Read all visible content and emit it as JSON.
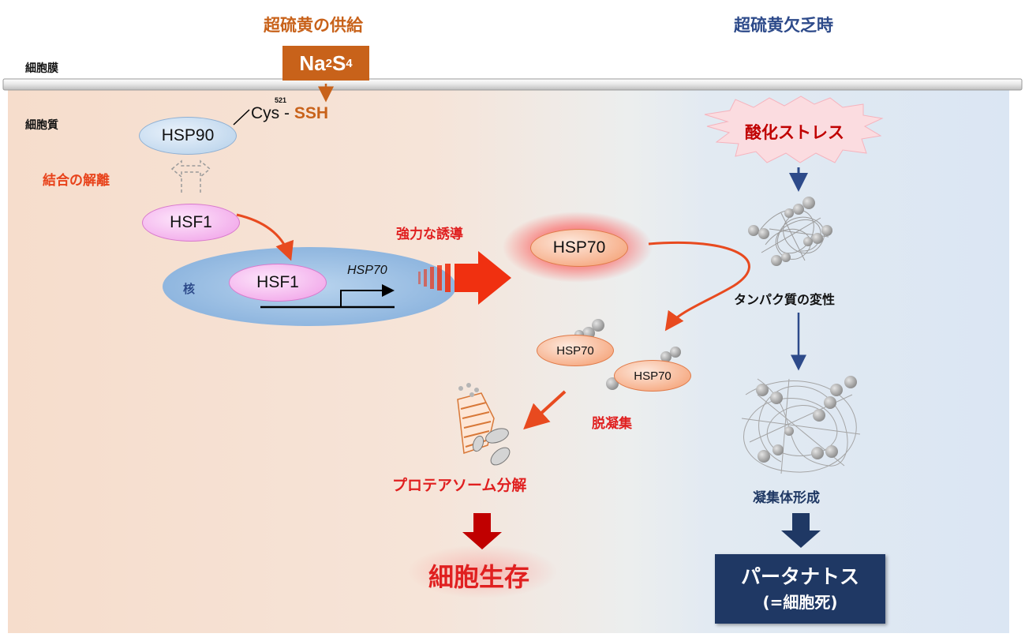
{
  "headings": {
    "left": "超硫黄の供給",
    "right": "超硫黄欠乏時"
  },
  "labels": {
    "membrane": "細胞膜",
    "cytoplasm": "細胞質",
    "nucleus": "核",
    "dissociation": "結合の解離",
    "strong_induction": "強力な誘導",
    "disaggregation": "脱凝集",
    "proteasome": "プロテアソーム分解",
    "survival": "細胞生存",
    "oxidative_stress": "酸化ストレス",
    "denaturation": "タンパク質の変性",
    "aggregate": "凝集体形成",
    "parthanatos": "パータナトス",
    "cell_death": "(=細胞死)"
  },
  "molecules": {
    "na2s4_main": "Na",
    "na2s4_sub1": "2",
    "na2s4_s": "S",
    "na2s4_sub2": "4",
    "hsp90": "HSP90",
    "cys_number": "521",
    "cys": "Cys",
    "cys_dash": " - ",
    "ssh": "SSH",
    "hsf1_cytoplasm": "HSF1",
    "hsf1_nucleus": "HSF1",
    "gene_hsp70": "HSP70",
    "hsp70_main": "HSP70",
    "hsp70_small_1": "HSP70",
    "hsp70_small_2": "HSP70"
  },
  "colors": {
    "orange_heading": "#c8621a",
    "navy_heading": "#2d4a8a",
    "red_text": "#e02020",
    "orange_red_text": "#e8421a",
    "arrow_red": "#e84a1f",
    "navy_box": "#1f3864",
    "dark_red_arrow": "#c00000"
  }
}
